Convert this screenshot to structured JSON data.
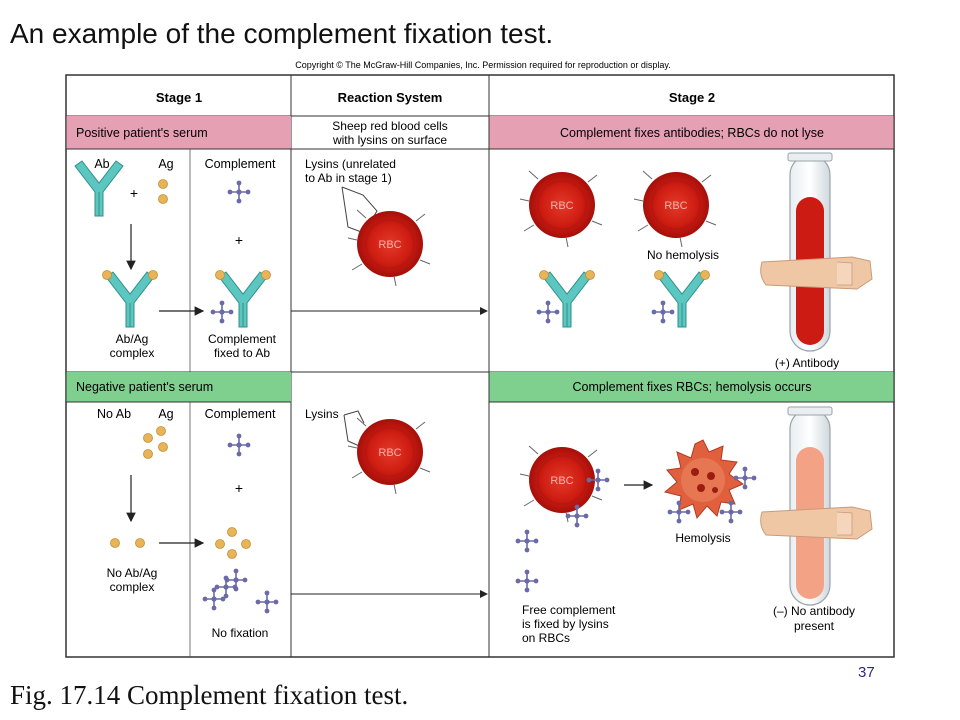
{
  "slide": {
    "title": "An example of the complement fixation test.",
    "caption": "Fig. 17.14 Complement  fixation test.",
    "page_number": "37"
  },
  "figure": {
    "copyright": "Copyright © The McGraw-Hill Companies, Inc. Permission required for reproduction or display.",
    "headers": {
      "stage1": "Stage 1",
      "reaction": "Reaction System",
      "stage2": "Stage 2"
    },
    "positive": {
      "band_label": "Positive patient's serum",
      "reaction_band_line1": "Sheep red blood cells",
      "reaction_band_line2": "with lysins on surface",
      "stage2_band": "Complement fixes antibodies; RBCs do not lyse",
      "ab_label": "Ab",
      "ag_label": "Ag",
      "complement_label": "Complement",
      "plus": "+",
      "complex_line1": "Ab/Ag",
      "complex_line2": "complex",
      "fixed_line1": "Complement",
      "fixed_line2": "fixed to Ab",
      "lysins_line1": "Lysins (unrelated",
      "lysins_line2": "to Ab in stage 1)",
      "rbc_label": "RBC",
      "no_hemolysis": "No hemolysis",
      "tube_label": "(+) Antibody"
    },
    "negative": {
      "band_label": "Negative patient's serum",
      "stage2_band": "Complement fixes RBCs; hemolysis occurs",
      "no_ab_label": "No Ab",
      "ag_label": "Ag",
      "complement_label": "Complement",
      "plus": "+",
      "complex_line1": "No Ab/Ag",
      "complex_line2": "complex",
      "no_fixation": "No fixation",
      "lysins": "Lysins",
      "rbc_label": "RBC",
      "hemolysis": "Hemolysis",
      "free_line1": "Free complement",
      "free_line2": "is fixed by lysins",
      "free_line3": "on RBCs",
      "tube_line1": "(–) No antibody",
      "tube_line2": "present"
    }
  },
  "colors": {
    "positive_band": "#e6a0b4",
    "negative_band": "#7fcf8f",
    "antibody": "#5cc6c0",
    "antigen": "#e8b45a",
    "complement": "#6a6aa8",
    "rbc": "#cc1b12",
    "tube_positive": "#cc1b12",
    "tube_negative": "#f3a285"
  },
  "icons": [
    "antibody-icon",
    "antigen-icon",
    "complement-icon",
    "rbc-icon",
    "test-tube-icon",
    "finger-icon",
    "arrow-icon"
  ]
}
